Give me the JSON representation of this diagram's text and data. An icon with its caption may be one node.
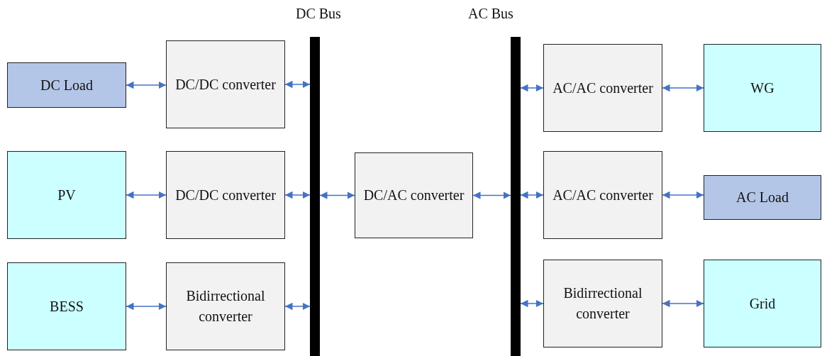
{
  "diagram": {
    "nodes": [
      {
        "text": [
          "DC Load"
        ]
      },
      {
        "text": [
          "DC/DC converter"
        ]
      },
      {
        "text": [
          "DC Bus"
        ]
      },
      {
        "text": [
          "AC Bus"
        ]
      },
      {
        "text": [
          "AC/AC converter"
        ]
      },
      {
        "text": [
          "WG"
        ]
      },
      {
        "text": [
          "PV"
        ]
      },
      {
        "text": [
          "DC/DC converter"
        ]
      },
      {
        "text": [
          "DC/AC converter"
        ]
      },
      {
        "text": [
          "AC/AC converter"
        ]
      },
      {
        "text": [
          "AC Load"
        ]
      },
      {
        "text": [
          "BESS"
        ]
      },
      {
        "text": [
          "Bidirrectional converter"
        ]
      },
      {
        "text": [
          "Bidirrectional converter"
        ]
      },
      {
        "text": [
          "Grid"
        ]
      }
    ],
    "edges": [
      {
        "from": 0,
        "to": 1,
        "arrow": "both"
      },
      {
        "from": 1,
        "to": 2,
        "arrow": "both"
      },
      {
        "from": 6,
        "to": 7,
        "arrow": "both"
      },
      {
        "from": 7,
        "to": 2,
        "arrow": "both"
      },
      {
        "from": 2,
        "to": 8,
        "arrow": "both"
      },
      {
        "from": 8,
        "to": 3,
        "arrow": "both"
      },
      {
        "from": 11,
        "to": 12,
        "arrow": "both"
      },
      {
        "from": 12,
        "to": 2,
        "arrow": "both"
      },
      {
        "from": 3,
        "to": 4,
        "arrow": "both"
      },
      {
        "from": 4,
        "to": 5,
        "arrow": "both"
      },
      {
        "from": 3,
        "to": 9,
        "arrow": "both"
      },
      {
        "from": 9,
        "to": 10,
        "arrow": "both"
      },
      {
        "from": 3,
        "to": 13,
        "arrow": "both"
      },
      {
        "from": 13,
        "to": 14,
        "arrow": "both"
      }
    ]
  }
}
